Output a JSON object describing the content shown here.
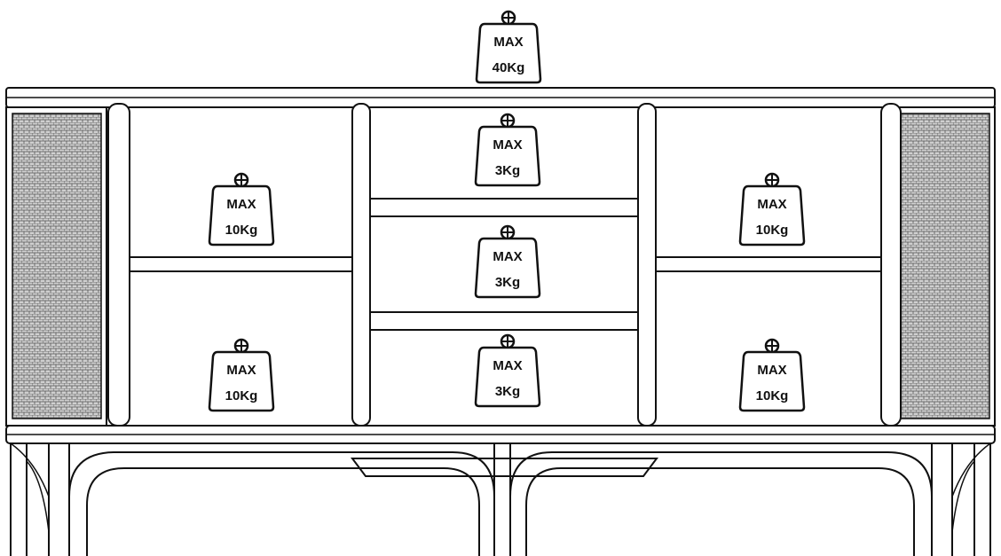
{
  "weights": {
    "top": {
      "line1": "MAX",
      "line2": "40Kg"
    },
    "left_upper": {
      "line1": "MAX",
      "line2": "10Kg"
    },
    "left_lower": {
      "line1": "MAX",
      "line2": "10Kg"
    },
    "center_top": {
      "line1": "MAX",
      "line2": "3Kg"
    },
    "center_middle": {
      "line1": "MAX",
      "line2": "3Kg"
    },
    "center_bottom": {
      "line1": "MAX",
      "line2": "3Kg"
    },
    "right_upper": {
      "line1": "MAX",
      "line2": "10Kg"
    },
    "right_lower": {
      "line1": "MAX",
      "line2": "10Kg"
    }
  }
}
